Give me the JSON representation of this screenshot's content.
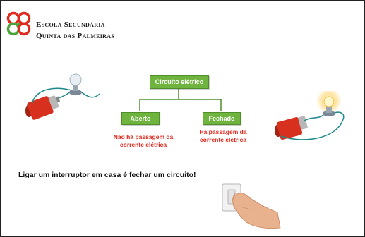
{
  "header": {
    "school_line1": "Escola Secundária",
    "school_line2": "Quinta das Palmeiras"
  },
  "diagram": {
    "root": "Circuito elétrico",
    "branches": [
      {
        "label": "Aberto",
        "description_line1": "Não há passagem da",
        "description_line2": "corrente elétrica"
      },
      {
        "label": "Fechado",
        "description_line1": "Há passagem da",
        "description_line2": "corrente elétrica"
      }
    ]
  },
  "statement": "Ligar um interruptor em casa é fechar um circuito!",
  "colors": {
    "box_green": "#6fb43f",
    "text_red": "#e0261b",
    "logo_red": "#e02a1f",
    "logo_green": "#4aa23a",
    "battery_red": "#d8301e",
    "wire_teal": "#1f8a8a"
  },
  "icons": [
    "school-logo-icon",
    "battery-icon",
    "light-bulb-icon",
    "light-switch-icon",
    "hand-icon"
  ]
}
